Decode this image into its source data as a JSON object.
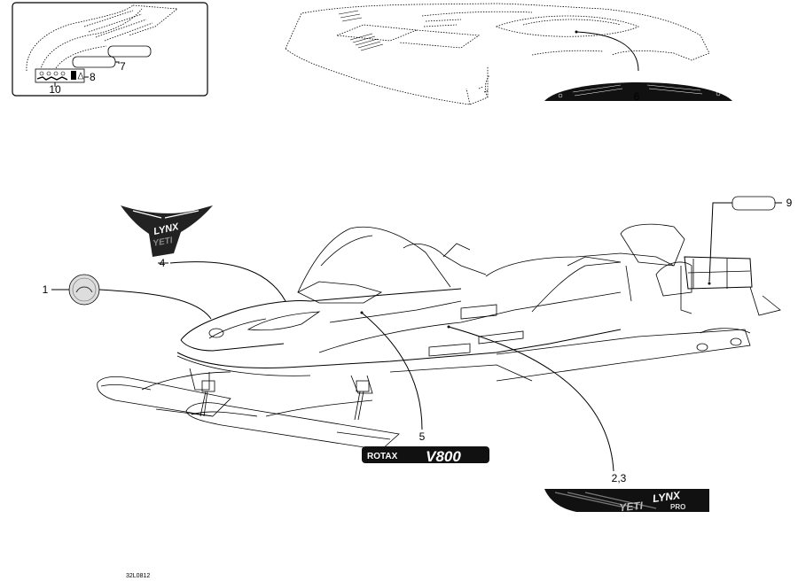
{
  "callouts": {
    "c1": "1",
    "c4": "4",
    "c5": "5",
    "c6": "6",
    "c7": "7",
    "c8": "8",
    "c9": "9",
    "c10": "10",
    "c23": "2,3"
  },
  "decals": {
    "rotax_brand": "ROTAX",
    "rotax_model": "V800",
    "lynx_brand": "LYNX",
    "yeti_model": "YETI",
    "pro_suffix": "PRO"
  },
  "reference_code": "32L0812"
}
